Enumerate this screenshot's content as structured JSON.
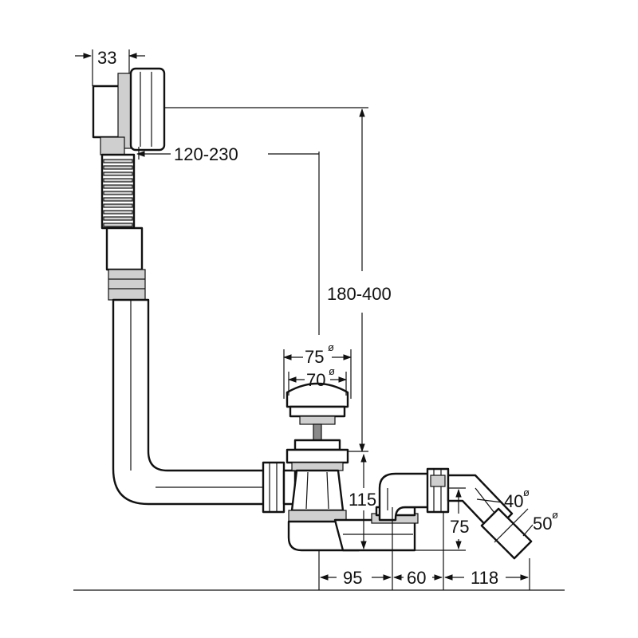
{
  "dimensions": {
    "overflow_width": "33",
    "horizontal_offset": "120-230",
    "height_range": "180-400",
    "outer_diameter": "75",
    "inner_diameter": "70",
    "trap_height": "115",
    "outlet_height": "75",
    "outlet_angle_diameter": "40",
    "outlet_end_diameter": "50",
    "offset_a": "95",
    "offset_b": "60",
    "offset_c": "118"
  },
  "diameter_symbol": "ø"
}
